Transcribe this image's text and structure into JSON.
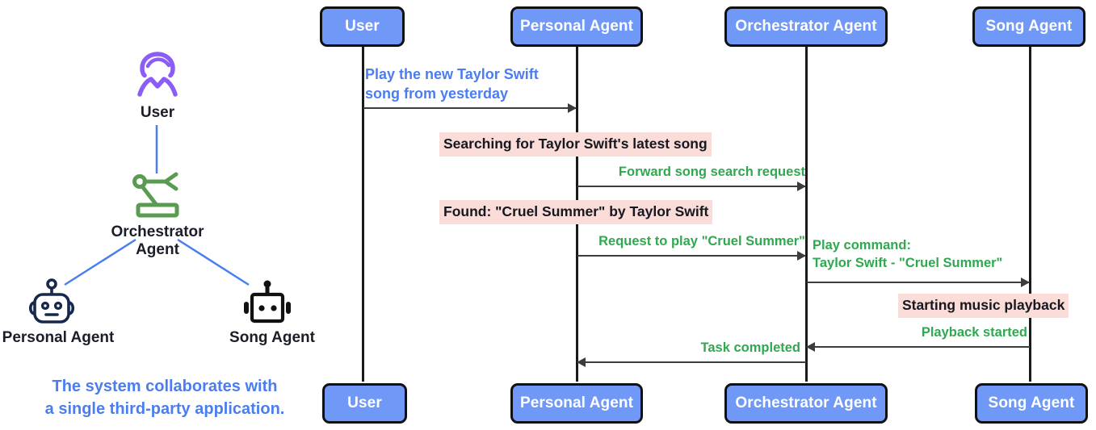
{
  "diagram": {
    "title_caption": "The system collaborates with\na single third-party application.",
    "colors": {
      "actor_box_fill": "#7099f7",
      "actor_box_border": "#101010",
      "note_fill": "#fadcd8",
      "message_green": "#2fa84f",
      "message_blue": "#4a7df0",
      "caption_blue": "#4a7df0",
      "lifeline": "#1a1a1a",
      "user_icon": "#8b5cf6",
      "orchestrator_icon": "#5a9b52",
      "personal_agent_icon": "#16294d",
      "song_agent_icon": "#111111",
      "connector_line": "#4a7df0"
    },
    "legend": {
      "nodes": [
        {
          "id": "user",
          "label": "User",
          "icon": "user-avatar-icon"
        },
        {
          "id": "orchestrator",
          "label": "Orchestrator\nAgent",
          "icon": "robot-arm-icon"
        },
        {
          "id": "personal",
          "label": "Personal Agent",
          "icon": "robot-round-head-icon"
        },
        {
          "id": "song",
          "label": "Song Agent",
          "icon": "robot-square-head-icon"
        }
      ]
    },
    "actors": [
      {
        "id": "user",
        "label": "User"
      },
      {
        "id": "personal",
        "label": "Personal Agent"
      },
      {
        "id": "orchestrator",
        "label": "Orchestrator Agent"
      },
      {
        "id": "song",
        "label": "Song Agent"
      }
    ],
    "messages": [
      {
        "id": "m1",
        "text": "Play the new Taylor Swift\nsong from yesterday",
        "from": "user",
        "to": "personal",
        "direction": "right",
        "color": "blue"
      },
      {
        "id": "m2",
        "text": "Forward song search request",
        "from": "personal",
        "to": "orchestrator",
        "direction": "right",
        "color": "green"
      },
      {
        "id": "m3",
        "text": "Request to play \"Cruel Summer\"",
        "from": "personal",
        "to": "orchestrator",
        "direction": "right",
        "color": "green"
      },
      {
        "id": "m4",
        "text": "Play command:\nTaylor Swift - \"Cruel Summer\"",
        "from": "orchestrator",
        "to": "song",
        "direction": "right",
        "color": "green"
      },
      {
        "id": "m5",
        "text": "Playback started",
        "from": "song",
        "to": "orchestrator",
        "direction": "left",
        "color": "green"
      },
      {
        "id": "m6",
        "text": "Task completed",
        "from": "orchestrator",
        "to": "personal",
        "direction": "left",
        "color": "green"
      }
    ],
    "notes": [
      {
        "id": "n1",
        "text": "Searching for Taylor Swift's latest song",
        "on": "personal"
      },
      {
        "id": "n2",
        "text": "Found: \"Cruel Summer\" by Taylor Swift",
        "on": "personal"
      },
      {
        "id": "n3",
        "text": "Starting music playback",
        "on": "song"
      }
    ]
  }
}
